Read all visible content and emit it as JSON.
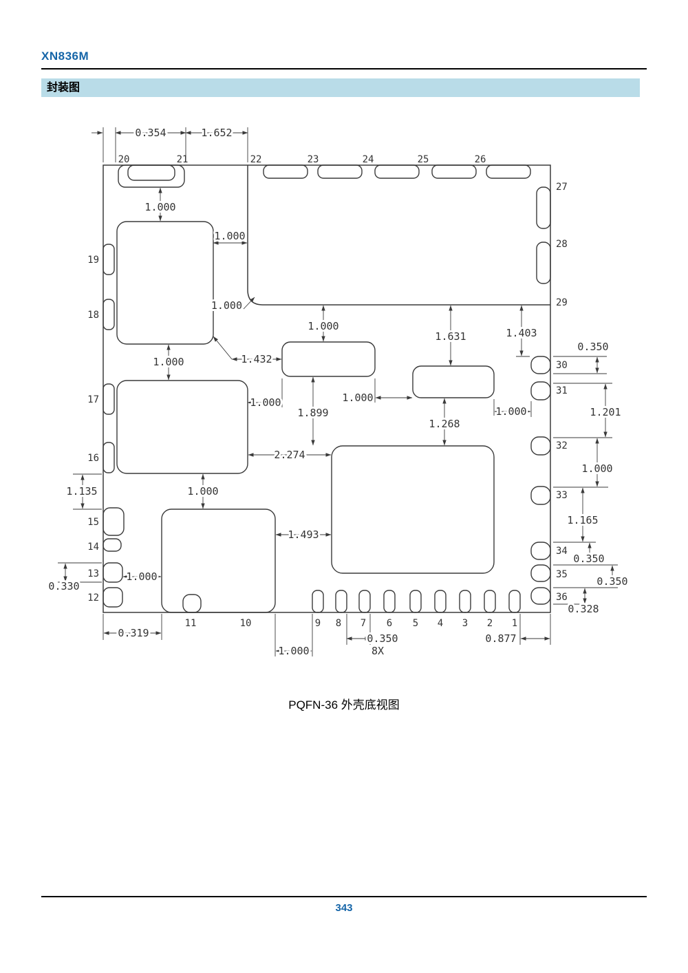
{
  "header": {
    "title": "XN836M"
  },
  "section": {
    "title": "封装图"
  },
  "figure": {
    "caption": "PQFN-36 外壳底视图",
    "package_name": "PQFN-36",
    "pins": [
      "1",
      "2",
      "3",
      "4",
      "5",
      "6",
      "7",
      "8",
      "9",
      "10",
      "11",
      "12",
      "13",
      "14",
      "15",
      "16",
      "17",
      "18",
      "19",
      "20",
      "21",
      "22",
      "23",
      "24",
      "25",
      "26",
      "27",
      "28",
      "29",
      "30",
      "31",
      "32",
      "33",
      "34",
      "35",
      "36"
    ],
    "dims": [
      "0.354",
      "1.652",
      "1.000",
      "1.000",
      "1.000",
      "1.000",
      "1.432",
      "1.000",
      "1.899",
      "1.000",
      "1.268",
      "1.631",
      "1.403",
      "0.350",
      "1.000",
      "1.201",
      "1.000",
      "2.274",
      "1.000",
      "1.135",
      "1.000",
      "1.165",
      "1.493",
      "0.350",
      "1.000",
      "0.350",
      "0.330",
      "0.328",
      "0.319",
      "1.000",
      "0.350",
      "8X",
      "0.877"
    ]
  },
  "footer": {
    "page_number": "343"
  },
  "colors": {
    "accent_blue": "#1565a8",
    "section_bg": "#b9dce8"
  }
}
